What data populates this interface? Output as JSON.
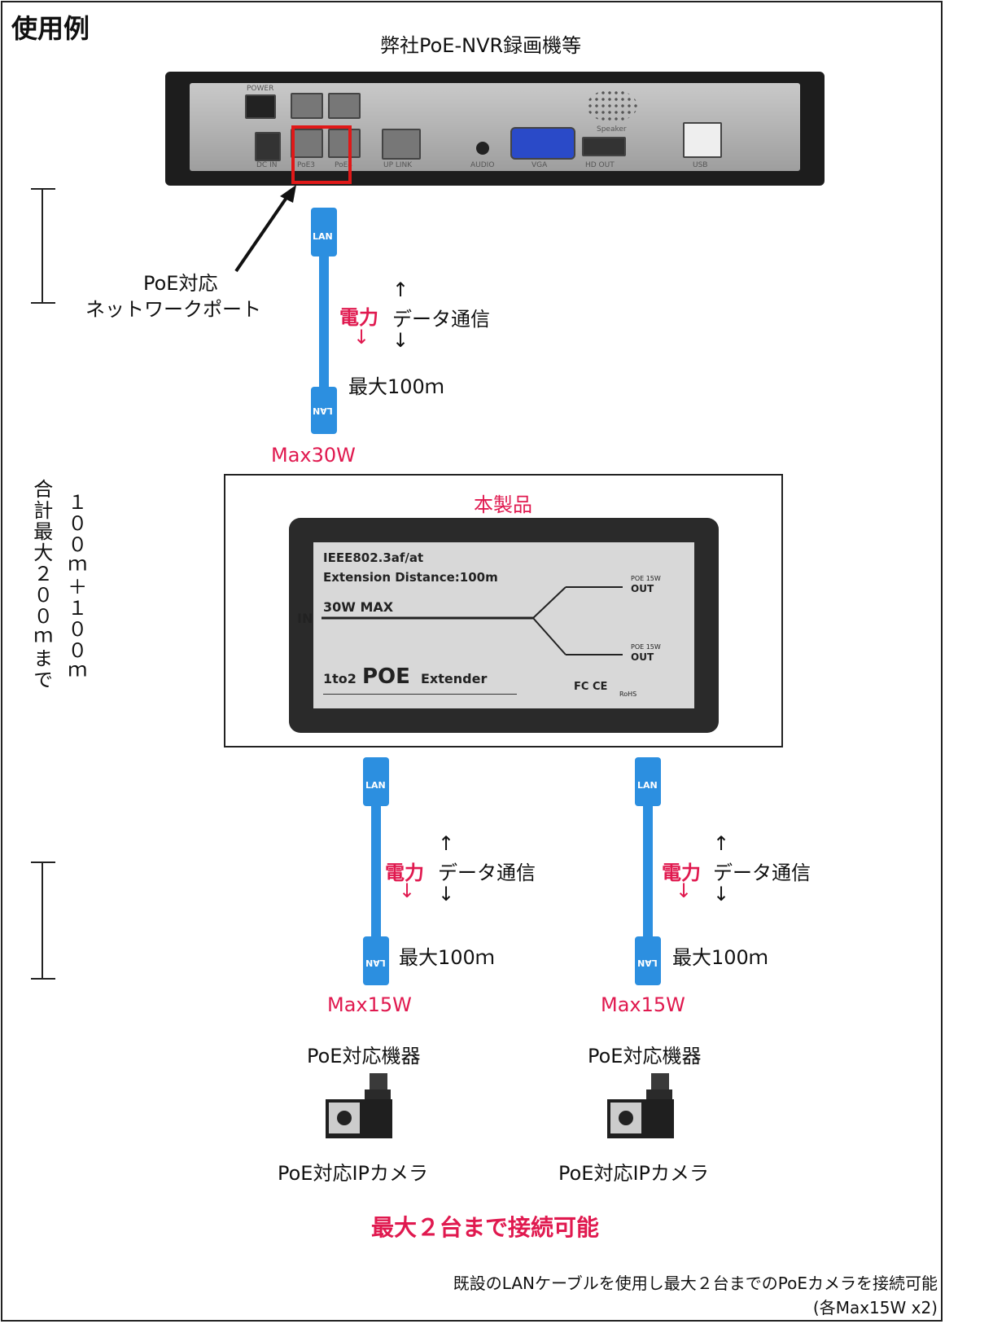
{
  "heading": "使用例",
  "nvr": {
    "title": "弊社PoE-NVR録画機等",
    "port_labels": [
      "DC IN",
      "PoE3",
      "PoE4",
      "UP LINK",
      "AUDIO",
      "VGA",
      "HD OUT",
      "USB",
      "POWER",
      "Speaker"
    ]
  },
  "annotation": {
    "port_line1": "PoE対応",
    "port_line2": "ネットワークポート"
  },
  "cable_top": {
    "connector_label": "LAN",
    "power": "電力",
    "power_arrow": "↓",
    "data_up": "↑",
    "data": "データ通信",
    "data_down": "↓",
    "distance": "最大100ｍ",
    "max_power": "Max30W"
  },
  "total_note": {
    "col1": "合計最大２００ｍまで",
    "col2": "１００ｍ＋１００ｍ"
  },
  "product": {
    "title": "本製品",
    "standard": "IEEE802.3af/at",
    "extension": "Extension Distance:100m",
    "input_power": "30W MAX",
    "in_label": "IN",
    "out_power": "POE 15W",
    "out_label": "OUT",
    "model_prefix": "1to2",
    "model_main": "POE",
    "model_suffix": "Extender",
    "marks": "FC CE",
    "rohs": "RoHS"
  },
  "branches": [
    {
      "connector_label": "LAN",
      "power": "電力",
      "power_arrow": "↓",
      "data_up": "↑",
      "data": "データ通信",
      "data_down": "↓",
      "distance": "最大100ｍ",
      "max_power": "Max15W",
      "device_title": "PoE対応機器",
      "camera_label": "PoE対応IPカメラ"
    },
    {
      "connector_label": "LAN",
      "power": "電力",
      "power_arrow": "↓",
      "data_up": "↑",
      "data": "データ通信",
      "data_down": "↓",
      "distance": "最大100ｍ",
      "max_power": "Max15W",
      "device_title": "PoE対応機器",
      "camera_label": "PoE対応IPカメラ"
    }
  ],
  "max_connect": "最大２台まで接続可能",
  "footer": {
    "line1": "既設のLANケーブルを使用し最大２台までのPoEカメラを接続可能",
    "line2": "(各Max15W  x2)"
  },
  "colors": {
    "accent_red": "#e0194f",
    "cable_blue": "#2c8fe0",
    "highlight": "#e01818"
  }
}
